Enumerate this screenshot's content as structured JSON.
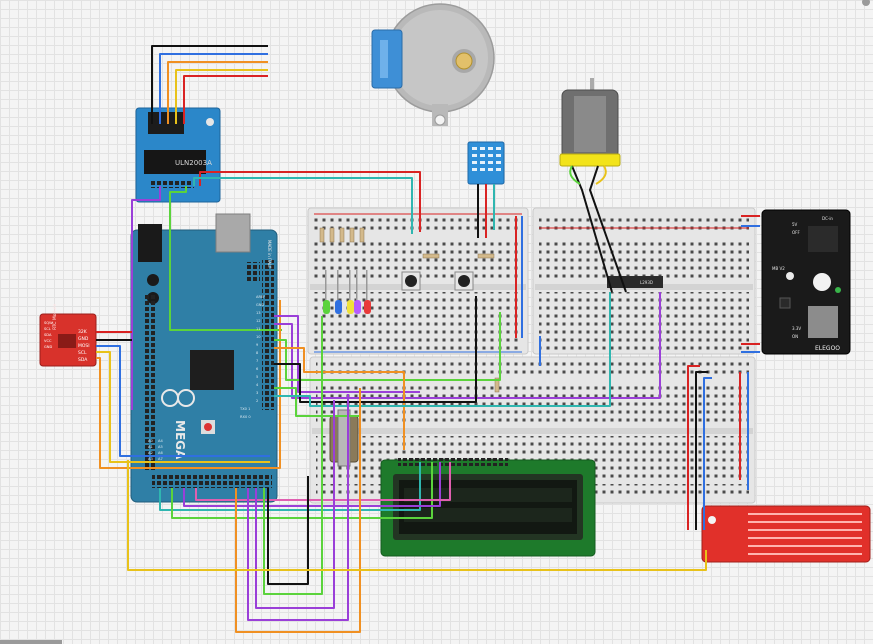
{
  "colors": {
    "arduino": "#2f7fa6",
    "arduino_dark": "#215d7c",
    "uln_board": "#2b87c9",
    "dht": "#2f8fd8",
    "rtc": "#d8322b",
    "water": "#e1302a",
    "power_board": "#1a1a1a",
    "lcd_frame": "#1e7a2b",
    "lcd_screen": "#121812",
    "breadboard": "#e4e4e4",
    "wire_red": "#d92323",
    "wire_black": "#111111",
    "wire_blue": "#2f6fe0",
    "wire_yellow": "#e8c21a",
    "wire_orange": "#f09022",
    "wire_purple": "#9a3fd8",
    "wire_green": "#5bd33c",
    "wire_teal": "#2fb6b0",
    "wire_gray": "#8a8a8a",
    "wire_pink": "#e05fb0"
  },
  "labels": {
    "uln_chip": "ULN2003A",
    "arduino_brand": "MEGA",
    "arduino_made": "MADE in ITALY",
    "rtc_title": "RTC Module",
    "rtc_pins": [
      "SQW",
      "SCL",
      "SDA",
      "VCC",
      "GND"
    ],
    "rtc_pins_right": [
      "32K",
      "GND",
      "MOSI",
      "SCL",
      "SDA"
    ],
    "ic_label": "L293D",
    "power_brand": "ELEGOO",
    "power_dc": "DC-in",
    "power_5v": "5V",
    "power_off": "OFF",
    "power_3v3": "3.3V",
    "power_on": "ON",
    "power_mb": "MB V2",
    "arduino_pins_left": [
      "AREF",
      "GND",
      "13",
      "12",
      "11",
      "10",
      "9",
      "8",
      "7",
      "6",
      "5",
      "4",
      "3",
      "2",
      "TX0 1",
      "RX0 0"
    ],
    "arduino_pins_bottom": [
      "A0",
      "A1",
      "A2",
      "A3",
      "A4",
      "A5",
      "A6",
      "A7"
    ]
  }
}
